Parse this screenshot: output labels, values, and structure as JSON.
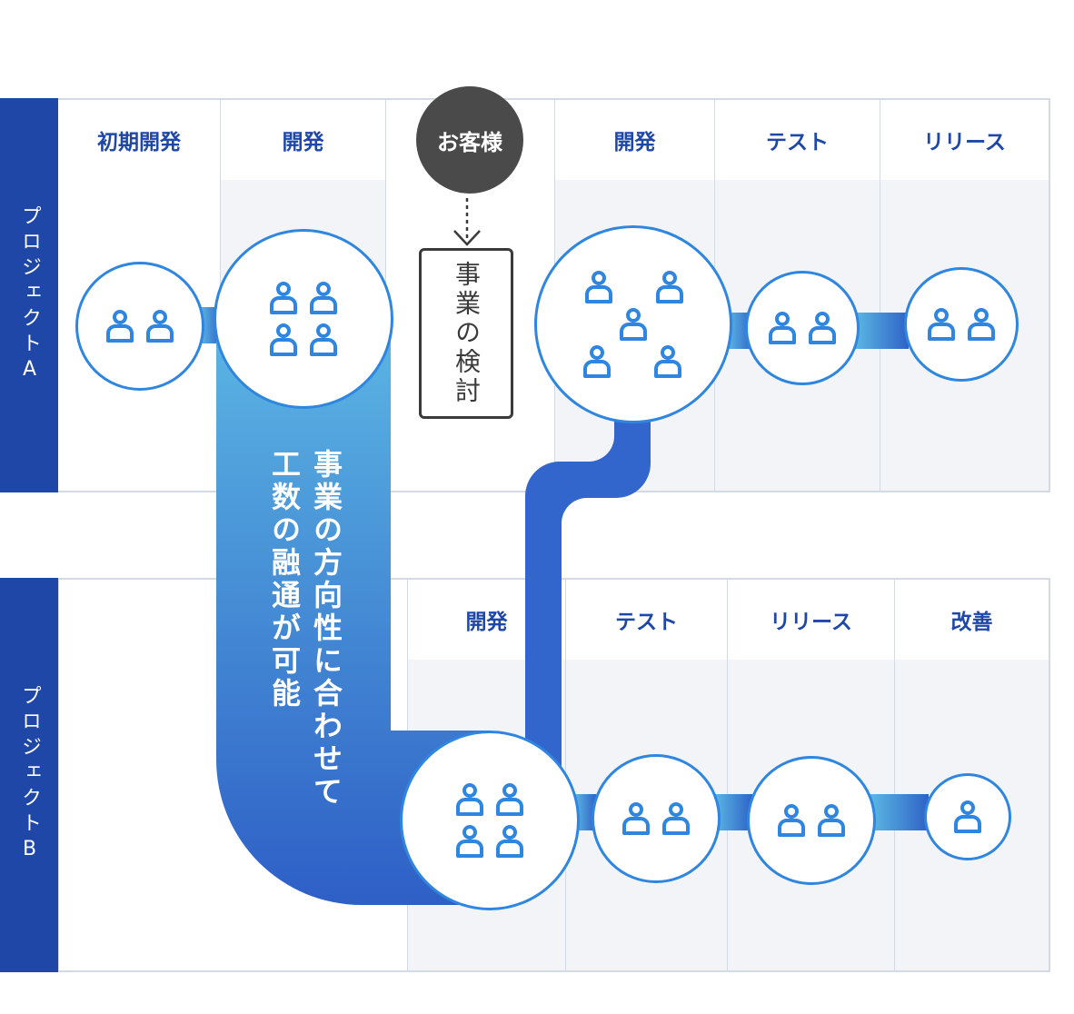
{
  "project_a": {
    "label": "プロジェクトA",
    "columns": [
      "初期開発",
      "開発",
      "",
      "開発",
      "テスト",
      "リリース"
    ]
  },
  "project_b": {
    "label": "プロジェクトB",
    "columns": [
      "開発",
      "テスト",
      "リリース",
      "改善"
    ]
  },
  "customer": {
    "label": "お客様"
  },
  "review": {
    "label": "事業の検討"
  },
  "flow": {
    "line1": "事業の方向性に合わせて",
    "line2": "工数の融通が可能"
  },
  "colors": {
    "lane_label_bg": "#1f47a8",
    "header_text": "#1f47a8",
    "circle_stroke": "#2e86e0",
    "person_icon": "#2e86e0",
    "flow_top": "#5bb5e3",
    "flow_bottom": "#2f62c5",
    "customer_bg": "#4a4a4a",
    "column_shade": "#f3f4f7"
  },
  "team_sizes": {
    "a_initial": 2,
    "a_dev": 4,
    "a_dev2": 5,
    "a_test": 2,
    "a_release": 2,
    "b_dev": 4,
    "b_test": 2,
    "b_release": 2,
    "b_improve": 1
  }
}
